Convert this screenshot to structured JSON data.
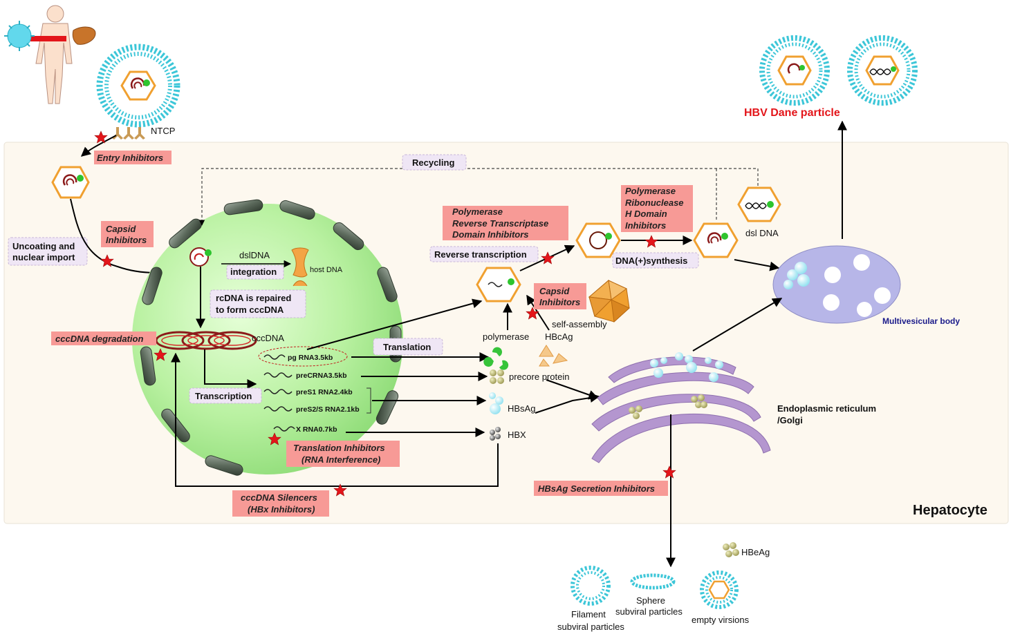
{
  "labels": {
    "ntcp": "NTCP",
    "entry_inhibitors": "Entry Inhibitors",
    "capsid_inhibitors_1": [
      "Capsid",
      "Inhibitors"
    ],
    "uncoating": [
      "Uncoating and",
      "nuclear import"
    ],
    "recycling": "Recycling",
    "dsldna_top": "dslDNA",
    "integration": "integration",
    "host_dna": "host DNA",
    "rcdna_repair": [
      "rcDNA is repaired",
      "to form cccDNA"
    ],
    "cccdna": "cccDNA",
    "cccdna_degradation": "cccDNA degradation",
    "transcription": "Transcription",
    "translation": "Translation",
    "rna_pg": "pg RNA3.5kb",
    "rna_prec": "preCRNA3.5kb",
    "rna_pres1": "preS1 RNA2.4kb",
    "rna_pres2": "preS2/S RNA2.1kb",
    "rna_x": "X RNA0.7kb",
    "translation_inhibitors": [
      "Translation Inhibitors",
      "(RNA Interference)"
    ],
    "cccdna_silencers": [
      "cccDNA Silencers",
      "(HBx Inhibitors)"
    ],
    "polymerase_rt_inhib": [
      "Polymerase",
      "Reverse Transcriptase",
      "Domain Inhibitors"
    ],
    "reverse_transcription": "Reverse transcription",
    "capsid_inhibitors_2": [
      "Capsid",
      "Inhibitors"
    ],
    "self_assembly": "self-assembly",
    "polymerase": "polymerase",
    "hbcag": "HBcAg",
    "precore_protein": "precore protein",
    "hbsag": "HBsAg",
    "hbx": "HBX",
    "polymerase_rnase_inhib": [
      "Polymerase",
      "Ribonuclease",
      "H Domain",
      "Inhibitors"
    ],
    "dna_synthesis": "DNA(+)synthesis",
    "dsl_dna": "dsl DNA",
    "hbv_dane": "HBV Dane particle",
    "multivesicular": "Multivesicular body",
    "er_golgi": [
      "Endoplasmic reticulum",
      "/Golgi"
    ],
    "hbsag_secretion": "HBsAg Secretion Inhibitors",
    "hepatocyte": "Hepatocyte",
    "hbeag": "HBeAg",
    "filament": [
      "Filament",
      "subviral particles"
    ],
    "sphere": [
      "Sphere",
      "subviral particles"
    ],
    "empty_virions": "empty virsions"
  },
  "colors": {
    "inhibitor_box": "#f79a96",
    "process_box": "#efe6f5",
    "capsid": "#f0a030",
    "nucleus": "#b5f0a0",
    "lipid": "#3cc6d8",
    "star": "#e3151a",
    "er": "#b496cf",
    "dane_title": "#e3151a",
    "mvb_label": "#1a1a8a"
  }
}
